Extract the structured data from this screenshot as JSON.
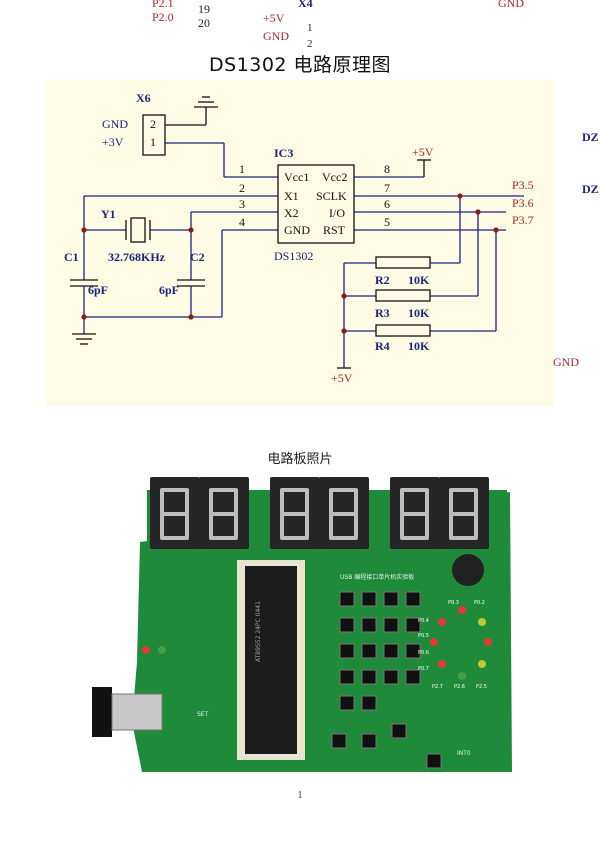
{
  "top_fragment": {
    "left_pins": [
      "P2.1",
      "P2.0"
    ],
    "numbers": [
      "19",
      "20"
    ],
    "power": [
      "+5V",
      "GND"
    ],
    "connector": "X4",
    "connector_pins": [
      "1",
      "2"
    ],
    "right_gnd": "GND"
  },
  "title": "DS1302 电路原理图",
  "schematic": {
    "x6": {
      "name": "X6",
      "pin_labels": [
        "GND",
        "+3V"
      ],
      "pin_numbers": [
        "2",
        "1"
      ]
    },
    "ic": {
      "ref": "IC3",
      "part": "DS1302",
      "left_pins": [
        "Vcc1",
        "X1",
        "X2",
        "GND"
      ],
      "right_pins": [
        "Vcc2",
        "SCLK",
        "I/O",
        "RST"
      ],
      "left_numbers": [
        "1",
        "2",
        "3",
        "4"
      ],
      "right_numbers": [
        "8",
        "7",
        "6",
        "5"
      ]
    },
    "crystal": {
      "ref": "Y1",
      "value": "32.768KHz"
    },
    "c1": {
      "ref": "C1",
      "value": "6pF"
    },
    "c2": {
      "ref": "C2",
      "value": "6pF"
    },
    "resistors": [
      {
        "ref": "R2",
        "value": "10K"
      },
      {
        "ref": "R3",
        "value": "10K"
      },
      {
        "ref": "R4",
        "value": "10K"
      }
    ],
    "ports": [
      "P3.5",
      "P3.6",
      "P3.7"
    ],
    "power_top": "+5V",
    "power_bottom": "+5V"
  },
  "right_margin": {
    "dz1": "DZ",
    "dz2": "DZ",
    "gnd": "GND"
  },
  "photo": {
    "title": "电路板照片",
    "silkscreen": "USB 编程接口单片机实验板",
    "chip_text": "AT89S52 24PC 0441",
    "pin_tags": [
      "P0.3",
      "P0.2",
      "P0.4",
      "P0.5",
      "P0.6",
      "P0.7",
      "P2.7",
      "P2.6",
      "P2.5"
    ],
    "button_labels": [
      "SET",
      "INT0"
    ]
  },
  "page_number": "1",
  "colors": {
    "wire": "#1a237e",
    "label": "#a52a2a",
    "pcb": "#1f8a3a",
    "schematic_bg": "#fffbe4"
  }
}
